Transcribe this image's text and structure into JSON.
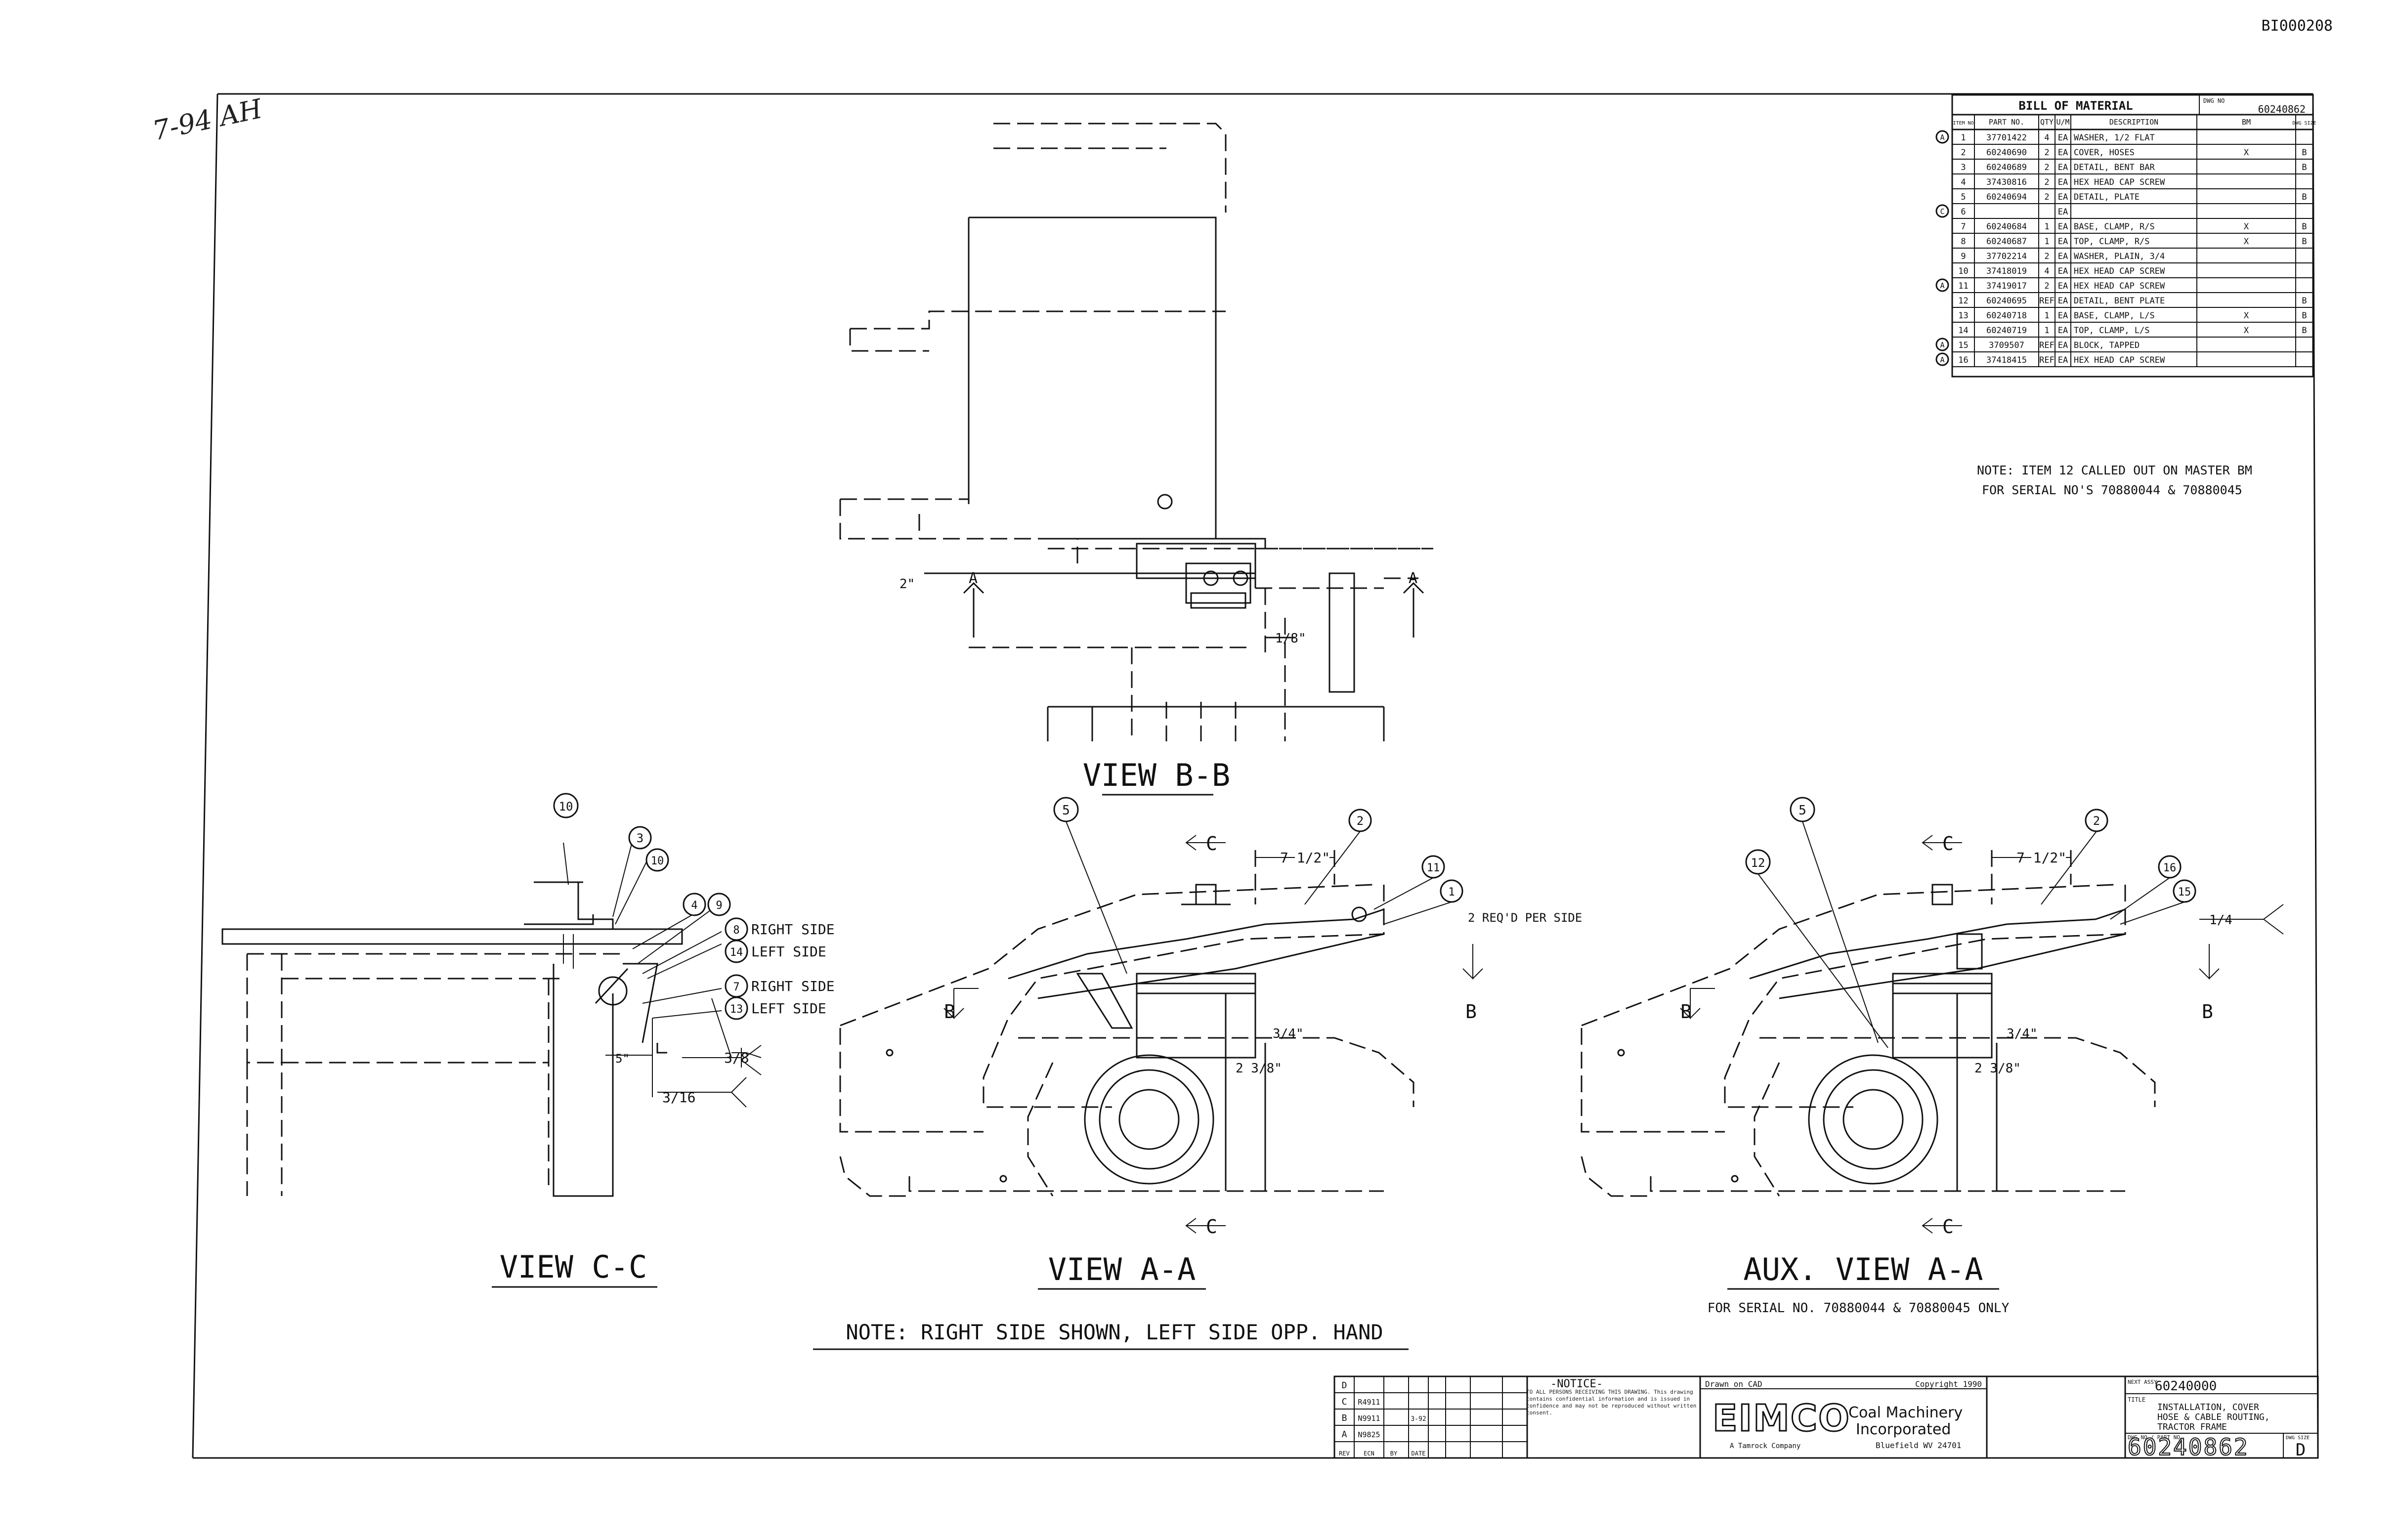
{
  "corner_code": "BI000208",
  "handwritten_note": "7-94 AH",
  "bom": {
    "title": "BILL OF MATERIAL",
    "dwg_label": "DWG NO",
    "dwg_no": "60240862",
    "headers": [
      "ITEM NO",
      "PART NO.",
      "QTY",
      "U/M",
      "DESCRIPTION",
      "BM",
      "DWG SIZE"
    ],
    "rows": [
      {
        "rev": "A",
        "item": "1",
        "part": "37701422",
        "qty": "4",
        "um": "EA",
        "desc": "WASHER, 1/2 FLAT",
        "bm": "",
        "size": ""
      },
      {
        "rev": "",
        "item": "2",
        "part": "60240690",
        "qty": "2",
        "um": "EA",
        "desc": "COVER, HOSES",
        "bm": "X",
        "size": "B"
      },
      {
        "rev": "",
        "item": "3",
        "part": "60240689",
        "qty": "2",
        "um": "EA",
        "desc": "DETAIL, BENT BAR",
        "bm": "",
        "size": "B"
      },
      {
        "rev": "",
        "item": "4",
        "part": "37430816",
        "qty": "2",
        "um": "EA",
        "desc": "HEX HEAD CAP SCREW",
        "bm": "",
        "size": ""
      },
      {
        "rev": "",
        "item": "5",
        "part": "60240694",
        "qty": "2",
        "um": "EA",
        "desc": "DETAIL, PLATE",
        "bm": "",
        "size": "B"
      },
      {
        "rev": "C",
        "item": "6",
        "part": "",
        "qty": "",
        "um": "EA",
        "desc": "",
        "bm": "",
        "size": ""
      },
      {
        "rev": "",
        "item": "7",
        "part": "60240684",
        "qty": "1",
        "um": "EA",
        "desc": "BASE, CLAMP, R/S",
        "bm": "X",
        "size": "B"
      },
      {
        "rev": "",
        "item": "8",
        "part": "60240687",
        "qty": "1",
        "um": "EA",
        "desc": "TOP, CLAMP, R/S",
        "bm": "X",
        "size": "B"
      },
      {
        "rev": "",
        "item": "9",
        "part": "37702214",
        "qty": "2",
        "um": "EA",
        "desc": "WASHER, PLAIN, 3/4",
        "bm": "",
        "size": ""
      },
      {
        "rev": "",
        "item": "10",
        "part": "37418019",
        "qty": "4",
        "um": "EA",
        "desc": "HEX HEAD CAP SCREW",
        "bm": "",
        "size": ""
      },
      {
        "rev": "A",
        "item": "11",
        "part": "37419017",
        "qty": "2",
        "um": "EA",
        "desc": "HEX HEAD CAP SCREW",
        "bm": "",
        "size": ""
      },
      {
        "rev": "",
        "item": "12",
        "part": "60240695",
        "qty": "REF",
        "um": "EA",
        "desc": "DETAIL, BENT PLATE",
        "bm": "",
        "size": "B"
      },
      {
        "rev": "",
        "item": "13",
        "part": "60240718",
        "qty": "1",
        "um": "EA",
        "desc": "BASE, CLAMP, L/S",
        "bm": "X",
        "size": "B"
      },
      {
        "rev": "",
        "item": "14",
        "part": "60240719",
        "qty": "1",
        "um": "EA",
        "desc": "TOP, CLAMP, L/S",
        "bm": "X",
        "size": "B"
      },
      {
        "rev": "A",
        "item": "15",
        "part": "3709507",
        "qty": "REF",
        "um": "EA",
        "desc": "BLOCK, TAPPED",
        "bm": "",
        "size": ""
      },
      {
        "rev": "A",
        "item": "16",
        "part": "37418415",
        "qty": "REF",
        "um": "EA",
        "desc": "HEX HEAD CAP SCREW",
        "bm": "",
        "size": ""
      }
    ]
  },
  "note_master": [
    "NOTE: ITEM 12 CALLED OUT ON MASTER BM",
    "FOR SERIAL NO'S 70880044 & 70880045"
  ],
  "views": {
    "bb_title": "VIEW B-B",
    "cc_title": "VIEW C-C",
    "aa_title": "VIEW A-A",
    "aux_title": "AUX. VIEW A-A",
    "aux_note": "FOR SERIAL NO. 70880044 & 70880045 ONLY",
    "bottom_note": "NOTE: RIGHT SIDE SHOWN, LEFT SIDE OPP. HAND"
  },
  "labels": {
    "right_side": "RIGHT SIDE",
    "left_side": "LEFT SIDE",
    "req_per_side": "2 REQ'D PER SIDE",
    "dim_7_half": "7 1/2\"",
    "dim_3_4": "3/4\"",
    "dim_2_3_8": "2 3/8\"",
    "dim_1_8": "1/8\"",
    "dim_2": "2\"",
    "dim_5": "5\"",
    "weld_3_8": "3/8",
    "weld_3_16": "3/16",
    "weld_1_4": "1/4",
    "sec_a": "A",
    "sec_b": "B",
    "sec_c": "C"
  },
  "title_block": {
    "notice_title": "-NOTICE-",
    "notice_text": "TO ALL PERSONS RECEIVING THIS DRAWING. This drawing contains confidential information and is issued in confidence and may not be reproduced without written consent.",
    "drawn_on": "Drawn on CAD",
    "copyright": "Copyright 1990",
    "company_logo": "EIMCO",
    "company_line1": "Coal Machinery",
    "company_line2": "Incorporated",
    "company_city": "Bluefield WV 24701",
    "subsidiary": "A Tamrock Company",
    "next_assy_label": "NEXT ASSY",
    "next_assy": "60240000",
    "title_label": "TITLE",
    "title_lines": [
      "INSTALLATION, COVER",
      "HOSE & CABLE ROUTING,",
      "TRACTOR FRAME"
    ],
    "dwg_no_label": "DWG NO / PART NO",
    "dwg_no": "60240862",
    "size_label": "DWG SIZE",
    "size": "D",
    "rev_rows": [
      {
        "rev": "D",
        "ecn": "",
        "by": "",
        "date": ""
      },
      {
        "rev": "C",
        "ecn": "R4911",
        "by": "",
        "date": ""
      },
      {
        "rev": "B",
        "ecn": "N9911",
        "by": "",
        "date": "3-92"
      },
      {
        "rev": "A",
        "ecn": "N9825",
        "by": "",
        "date": ""
      }
    ],
    "rev_headers": [
      "REV",
      "ECN",
      "BY",
      "DATE"
    ]
  }
}
